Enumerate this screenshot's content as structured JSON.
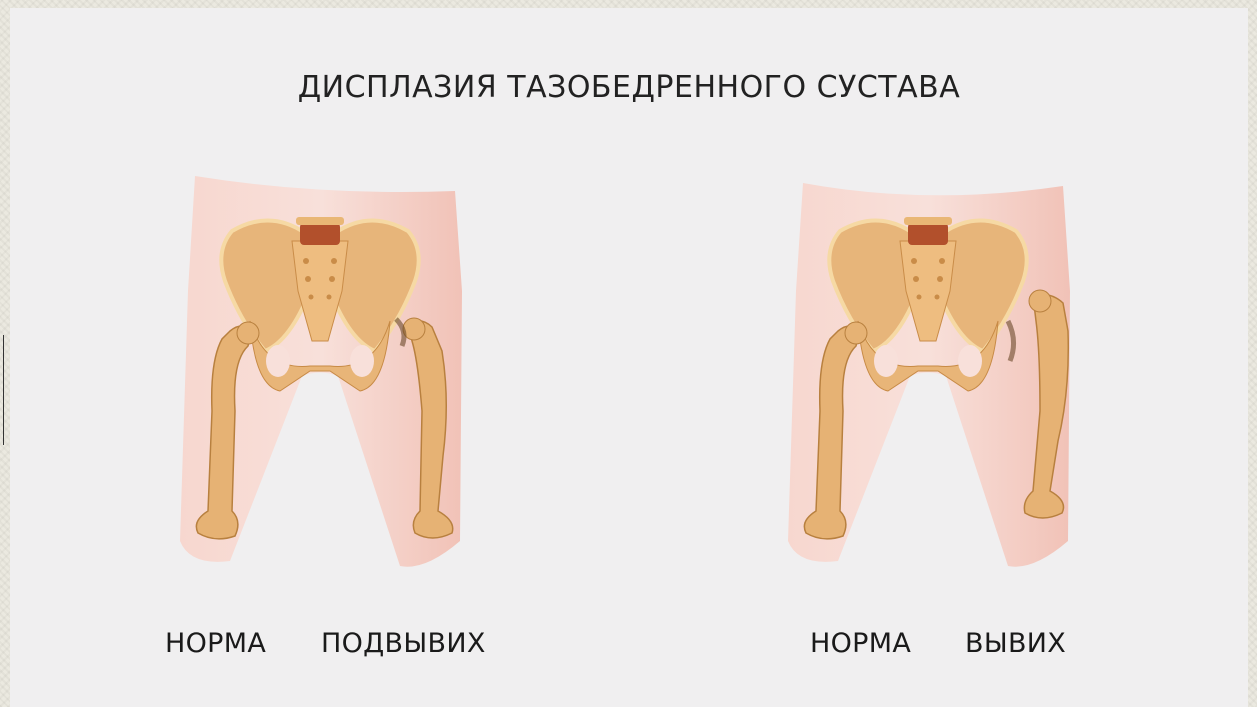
{
  "title": "ДИСПЛАЗИЯ ТАЗОБЕДРЕННОГО СУСТАВА",
  "left_figure": {
    "label_left": "НОРМА",
    "label_right": "ПОДВЫВИХ"
  },
  "right_figure": {
    "label_left": "НОРМА",
    "label_right": "ВЫВИХ"
  },
  "colors": {
    "skin": "#f3cbc3",
    "bone": "#e6b274",
    "bone_dark": "#b8803f",
    "bone_light": "#f6d9a4",
    "vertebra": "#b2502c"
  }
}
